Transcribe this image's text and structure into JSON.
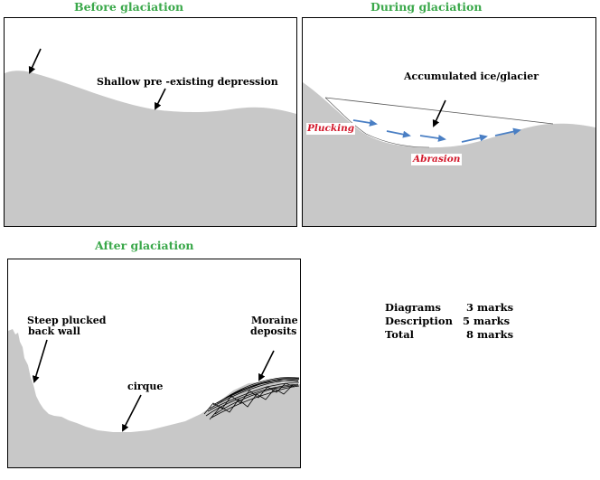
{
  "titles": {
    "before": "Before glaciation",
    "during": "During glaciation",
    "after": "After glaciation"
  },
  "labels": {
    "depression": "Shallow pre -existing depression",
    "glacier": "Accumulated ice/glacier",
    "plucking": "Plucking",
    "abrasion": "Abrasion",
    "backwall_line1": "Steep plucked",
    "backwall_line2": "back wall",
    "moraine_line1": "Moraine",
    "moraine_line2": "deposits",
    "cirque": "cirque"
  },
  "marks": [
    {
      "label": "Diagrams",
      "value": "3 marks"
    },
    {
      "label": "Description",
      "value": "5 marks"
    },
    {
      "label": "Total",
      "value": "8 marks"
    }
  ],
  "colors": {
    "ground": "#c8c8c8",
    "title_green": "#3aa84a",
    "flow_arrow": "#4a7fc4",
    "label_red": "#d3182b"
  }
}
